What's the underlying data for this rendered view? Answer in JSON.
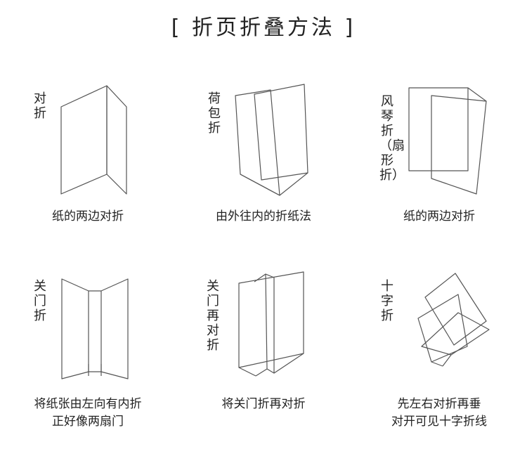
{
  "title": "[ 折页折叠方法 ]",
  "panels": [
    {
      "label": "对折",
      "caption": [
        "纸的两边对折"
      ]
    },
    {
      "label": "荷包折",
      "caption": [
        "由外往内的折纸法"
      ]
    },
    {
      "label": "风琴折（扇形折）",
      "caption": [
        "纸的两边对折"
      ]
    },
    {
      "label": "关门折",
      "caption": [
        "将纸张由左向有内折",
        "正好像两扇门"
      ]
    },
    {
      "label": "关门再对折",
      "caption": [
        "将关门折再对折"
      ]
    },
    {
      "label": "十字折",
      "caption": [
        "先左右对折再垂",
        "对开可见十字折线"
      ]
    }
  ]
}
